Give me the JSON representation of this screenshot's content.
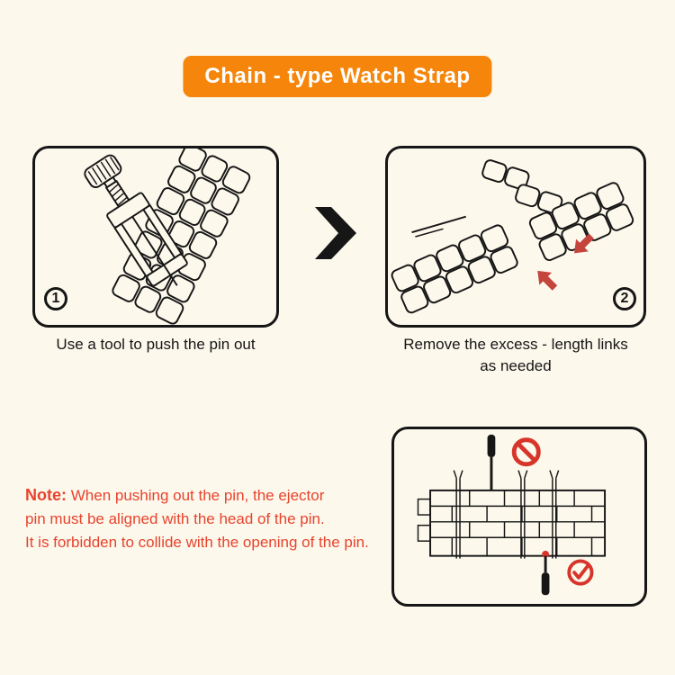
{
  "title": "Chain - type Watch Strap",
  "steps": [
    {
      "number": "1",
      "caption": "Use a tool to push the pin out"
    },
    {
      "number": "2",
      "caption_line1": "Remove the excess - length links",
      "caption_line2": "as needed"
    }
  ],
  "note": {
    "label": "Note:",
    "line1": "When pushing out the pin, the ejector",
    "line2": "pin must be aligned with the head of the pin.",
    "line3": "It is forbidden to collide with the opening of the pin."
  },
  "icons": {
    "next_step": "chevron-right",
    "forbidden": "prohibition-sign",
    "correct": "check-circle",
    "direction": "red-arrow"
  },
  "colors": {
    "background": "#FCF8EC",
    "banner_orange": "#F6860B",
    "note_red": "#E8432D",
    "arrow_red": "#C4453C",
    "status_red": "#D8352A",
    "line_black": "#161616"
  }
}
